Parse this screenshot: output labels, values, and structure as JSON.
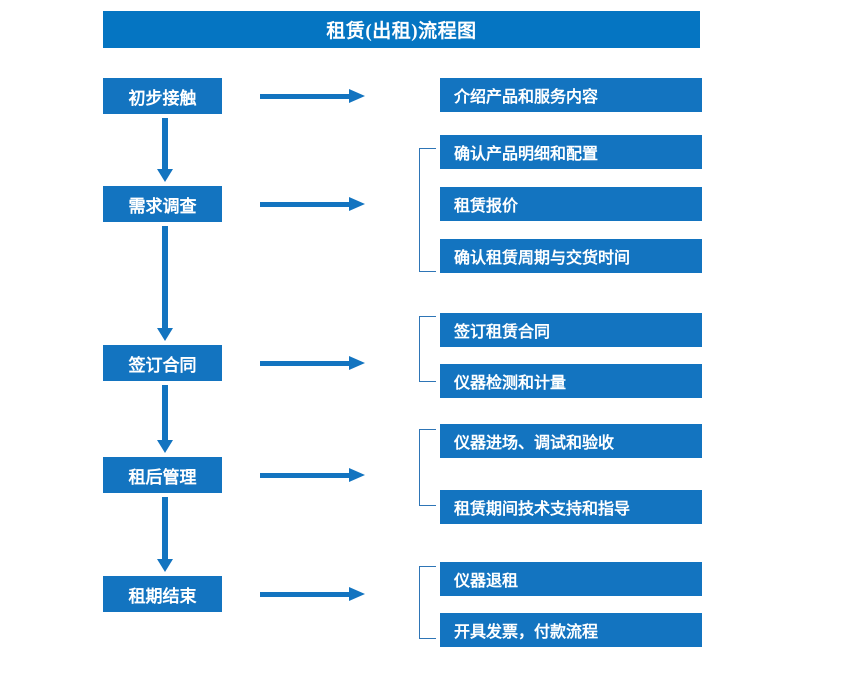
{
  "title": "租赁(出租)流程图",
  "colors": {
    "banner": "#0575C2",
    "box": "#1374C0",
    "arrow": "#1374C0",
    "bracket": "#2E75B6",
    "text": "#FFFFFF",
    "background": "#FFFFFF"
  },
  "stages": [
    {
      "id": "initial-contact",
      "label": "初步接触"
    },
    {
      "id": "demand-survey",
      "label": "需求调查"
    },
    {
      "id": "sign-contract",
      "label": "签订合同"
    },
    {
      "id": "post-rental-mgmt",
      "label": "租后管理"
    },
    {
      "id": "rental-end",
      "label": "租期结束"
    }
  ],
  "details": [
    {
      "id": "d1",
      "label": "介绍产品和服务内容"
    },
    {
      "id": "d2",
      "label": "确认产品明细和配置"
    },
    {
      "id": "d3",
      "label": "租赁报价"
    },
    {
      "id": "d4",
      "label": "确认租赁周期与交货时间"
    },
    {
      "id": "d5",
      "label": "签订租赁合同"
    },
    {
      "id": "d6",
      "label": "仪器检测和计量"
    },
    {
      "id": "d7",
      "label": "仪器进场、调试和验收"
    },
    {
      "id": "d8",
      "label": "租赁期间技术支持和指导"
    },
    {
      "id": "d9",
      "label": "仪器退租"
    },
    {
      "id": "d10",
      "label": "开具发票，付款流程"
    }
  ],
  "groups": [
    {
      "stage": "initial-contact",
      "details": [
        "d1"
      ]
    },
    {
      "stage": "demand-survey",
      "details": [
        "d2",
        "d3",
        "d4"
      ]
    },
    {
      "stage": "sign-contract",
      "details": [
        "d5",
        "d6"
      ]
    },
    {
      "stage": "post-rental-mgmt",
      "details": [
        "d7",
        "d8"
      ]
    },
    {
      "stage": "rental-end",
      "details": [
        "d9",
        "d10"
      ]
    }
  ],
  "flow_sequence": [
    "初步接触",
    "需求调查",
    "签订合同",
    "租后管理",
    "租期结束"
  ]
}
